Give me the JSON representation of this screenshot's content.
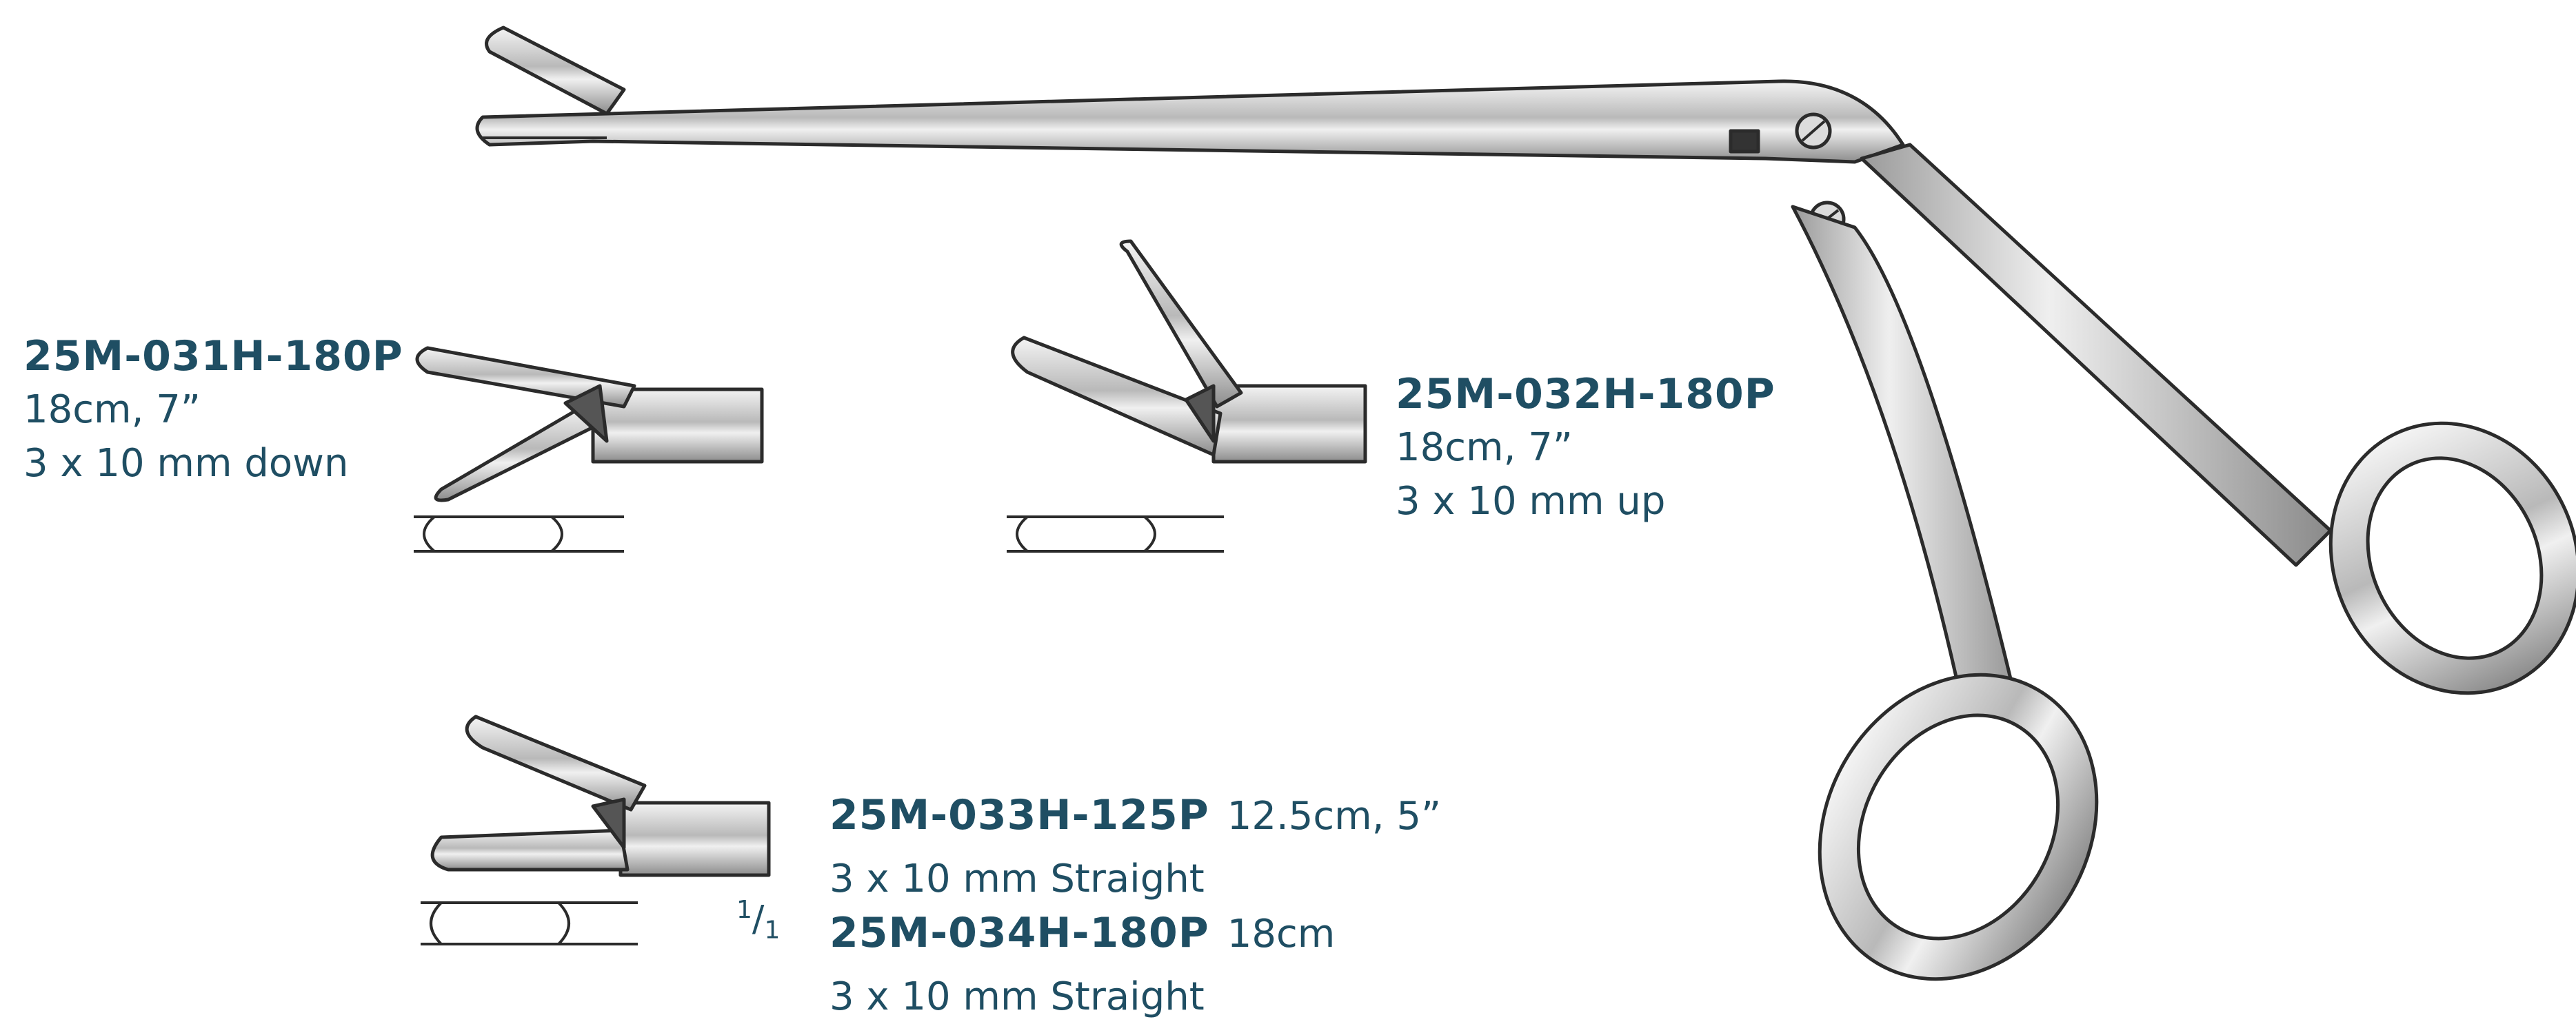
{
  "colors": {
    "text": "#1f4e63",
    "metal_dark": "#2b2b2b",
    "metal_mid": "#9a9a9a",
    "metal_light": "#e6e6e6"
  },
  "products": [
    {
      "code": "25M-031H-180P",
      "size": "18cm, 7”",
      "jaw": "3 x 10 mm down"
    },
    {
      "code": "25M-032H-180P",
      "size": "18cm, 7”",
      "jaw": "3 x 10 mm up"
    },
    {
      "code": "25M-033H-125P",
      "size": "12.5cm, 5”",
      "jaw": "3 x 10 mm Straight"
    },
    {
      "code": "25M-034H-180P",
      "size": "18cm",
      "jaw": "3 x 10 mm Straight"
    }
  ],
  "scale": {
    "numerator": "1",
    "denominator": "1"
  },
  "icons": [
    "rongeur-instrument",
    "jaw-tip-down",
    "jaw-tip-up",
    "jaw-tip-straight",
    "jaw-cross-section"
  ]
}
